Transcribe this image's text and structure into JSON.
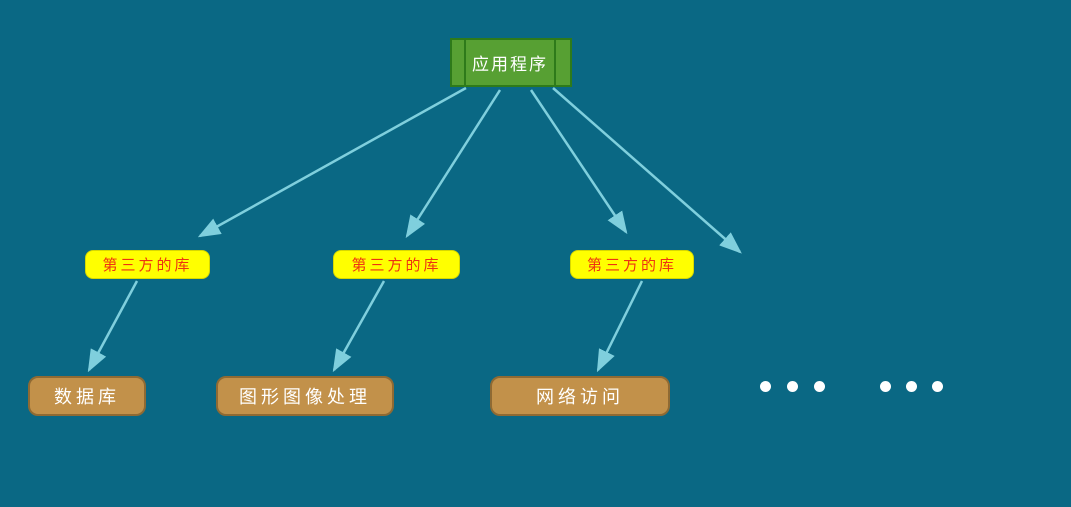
{
  "canvas": {
    "background_color": "#0a6884",
    "arrow_color": "#7fcfdd"
  },
  "root_node": {
    "label": "应用程序",
    "fill_color": "#57a033",
    "border_color": "#2e7a1a",
    "text_color": "#ffffff"
  },
  "mid_nodes": [
    {
      "label": "第三方的库"
    },
    {
      "label": "第三方的库"
    },
    {
      "label": "第三方的库"
    }
  ],
  "mid_node_style": {
    "fill_color": "#ffff00",
    "text_color": "#ee3311"
  },
  "leaf_nodes": [
    {
      "label": "数据库"
    },
    {
      "label": "图形图像处理"
    },
    {
      "label": "网络访问"
    }
  ],
  "leaf_node_style": {
    "fill_color": "#c2914a",
    "border_color": "#8f6a33",
    "text_color": "#ffffff"
  },
  "ellipsis": {
    "groups": 2,
    "dots_per_group": 3,
    "dot_color": "#ffffff"
  },
  "edges": [
    {
      "from": "root",
      "to": "mid-0"
    },
    {
      "from": "root",
      "to": "mid-1"
    },
    {
      "from": "root",
      "to": "mid-2"
    },
    {
      "from": "root",
      "to": "ellipsis"
    },
    {
      "from": "mid-0",
      "to": "leaf-0"
    },
    {
      "from": "mid-1",
      "to": "leaf-1"
    },
    {
      "from": "mid-2",
      "to": "leaf-2"
    }
  ]
}
